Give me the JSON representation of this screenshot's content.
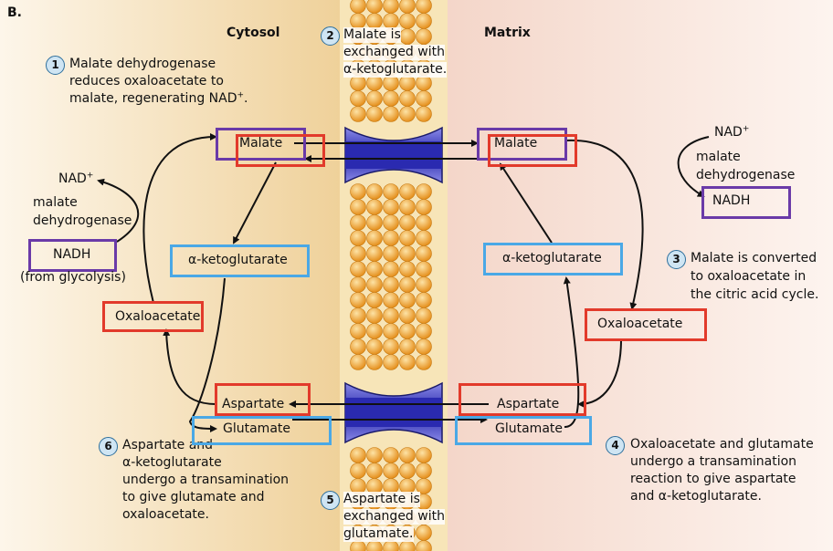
{
  "panel_label": "B.",
  "regions": {
    "cytosol": "Cytosol",
    "matrix": "Matrix"
  },
  "steps": [
    {
      "num": "1",
      "lines": [
        "Malate dehydrogenase",
        "reduces oxaloacetate to",
        "malate, regenerating NAD+."
      ]
    },
    {
      "num": "2",
      "lines": [
        "Malate is",
        "exchanged with",
        "α-ketoglutarate."
      ]
    },
    {
      "num": "3",
      "lines": [
        "Malate is converted",
        "to oxaloacetate in",
        "the citric acid cycle."
      ]
    },
    {
      "num": "4",
      "lines": [
        "Oxaloacetate and glutamate",
        "undergo a transamination",
        "reaction to give aspartate",
        "and α-ketoglutarate."
      ]
    },
    {
      "num": "5",
      "lines": [
        "Aspartate is",
        "exchanged with",
        "glutamate."
      ]
    },
    {
      "num": "6",
      "lines": [
        "Aspartate and",
        "α-ketoglutarate",
        "undergo a transamination",
        "to give glutamate and",
        "oxaloacetate."
      ]
    }
  ],
  "cytosol_labels": {
    "malate": "Malate",
    "nad": "NAD+",
    "enzyme": [
      "malate",
      "dehydrogenase"
    ],
    "nadh": "NADH",
    "nadh_source": "(from glycolysis)",
    "akg": "α-ketoglutarate",
    "oxaloacetate": "Oxaloacetate",
    "aspartate": "Aspartate",
    "glutamate": "Glutamate"
  },
  "matrix_labels": {
    "malate": "Malate",
    "nad": "NAD+",
    "enzyme": [
      "malate",
      "dehydrogenase"
    ],
    "nadh": "NADH",
    "akg": "α-ketoglutarate",
    "oxaloacetate": "Oxaloacetate",
    "aspartate": "Aspartate",
    "glutamate": "Glutamate"
  },
  "colors": {
    "cytosol_bg": "#f3ddb0",
    "matrix_bg": "#f7e3da",
    "red_box": "#e23a2b",
    "blue_box": "#4aa8e6",
    "purple_box": "#6a3aa8",
    "transporter": "#3a3ab8",
    "lipid_head": "#f2a838"
  }
}
